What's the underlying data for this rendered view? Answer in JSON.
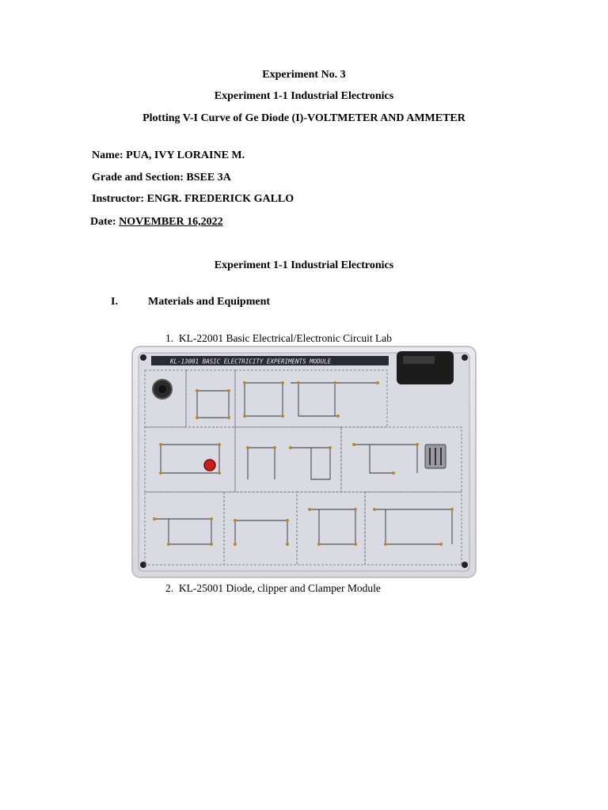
{
  "header": {
    "experiment_no": "Experiment No. 3",
    "experiment_title": "Experiment 1-1 Industrial Electronics",
    "plot_title": "Plotting V-I Curve of Ge Diode (I)-VOLTMETER AND AMMETER"
  },
  "info": {
    "name_label": "Name:",
    "name_value": "PUA, IVY LORAINE M.",
    "grade_label": "Grade and Section:",
    "grade_value": "BSEE 3A",
    "instructor_label": "Instructor:",
    "instructor_value": "ENGR. FREDERICK GALLO",
    "date_label": "Date:",
    "date_value": "NOVEMBER 16,2022"
  },
  "section_heading": "Experiment 1-1 Industrial Electronics",
  "materials": {
    "numeral": "I.",
    "title": "Materials and Equipment",
    "items": [
      {
        "number": "1.",
        "text": "KL-22001 Basic Electrical/Electronic Circuit Lab"
      },
      {
        "number": "2.",
        "text": "KL-25001 Diode, clipper and Clamper Module"
      }
    ]
  },
  "board_image": {
    "label": "KL-13001   BASIC ELECTRICITY EXPERIMENTS MODULE"
  }
}
